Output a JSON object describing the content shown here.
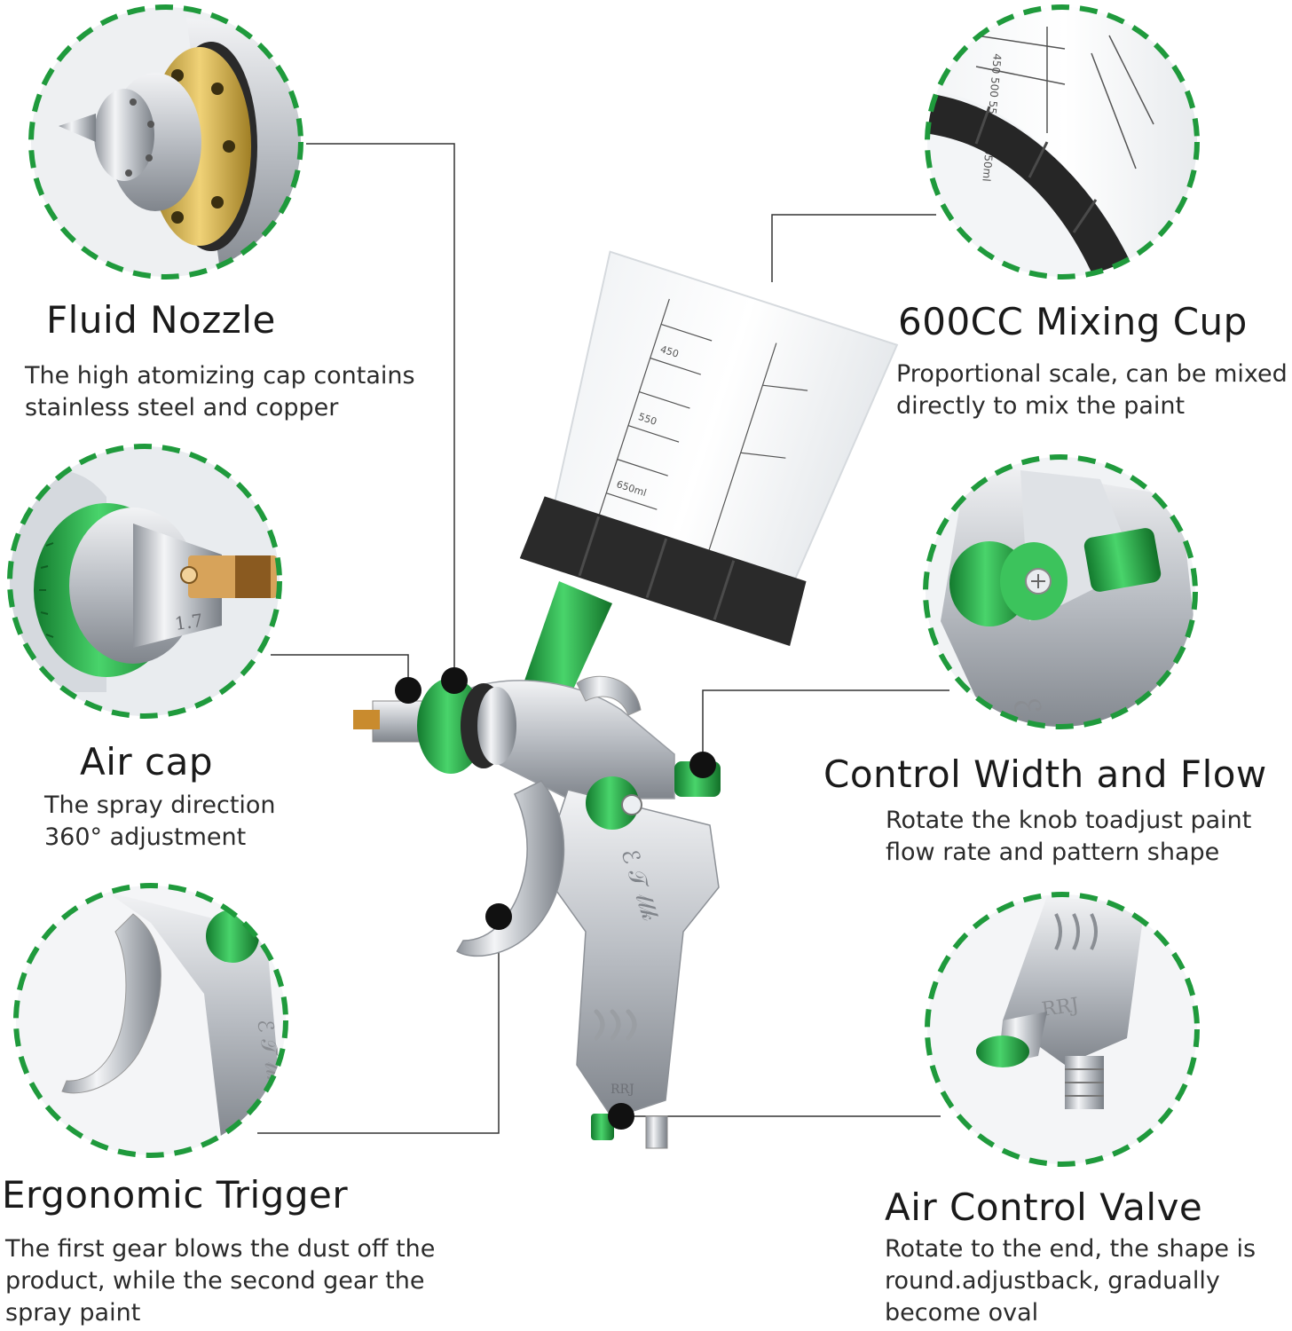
{
  "features": [
    {
      "title": "Fluid Nozzle",
      "desc": [
        "The high atomizing cap contains",
        "stainless steel and copper"
      ]
    },
    {
      "title": "Air cap",
      "desc": [
        "The spray direction",
        "360° adjustment"
      ]
    },
    {
      "title": "Ergonomic Trigger",
      "desc": [
        "The first gear blows the dust off the",
        "product, while the second gear the",
        "spray paint"
      ]
    },
    {
      "title": "600CC Mixing Cup",
      "desc": [
        "Proportional scale, can be mixed",
        "directly to mix the paint"
      ]
    },
    {
      "title": "Control Width and Flow",
      "desc": [
        "Rotate the knob toadjust paint",
        "flow rate and pattern shape"
      ]
    },
    {
      "title": "Air Control Valve",
      "desc": [
        "Rotate to the end, the shape is",
        "round.adjustback, gradually",
        "become oval"
      ]
    }
  ],
  "engravings": {
    "air_cap_size": "1.7",
    "gun_brand": "RRJ"
  },
  "colors": {
    "accent_green": "#1f9a3c",
    "knob_green": "#2eb84f",
    "brass": "#c9a23a",
    "cup_rim": "#2a2a2a",
    "leader_line": "#333333"
  }
}
